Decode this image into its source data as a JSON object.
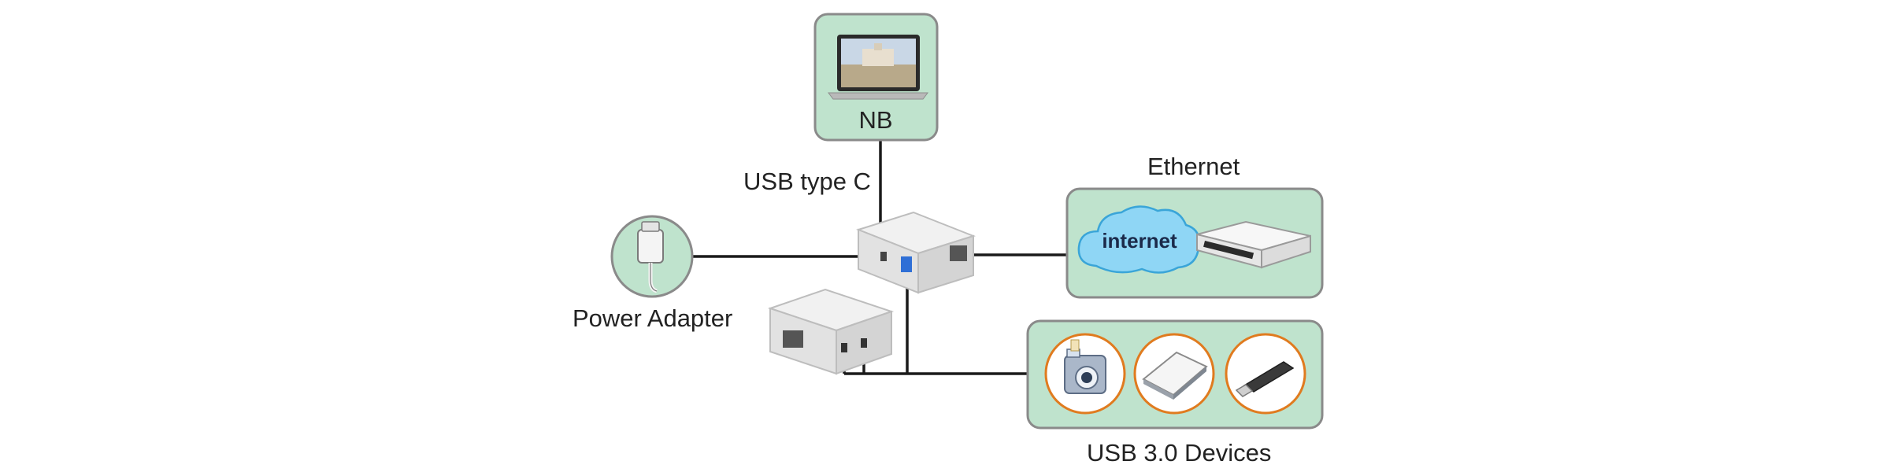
{
  "labels": {
    "notebook": "NB",
    "usb_type_c": "USB type C",
    "power_adapter": "Power Adapter",
    "ethernet": "Ethernet",
    "internet": "internet",
    "usb3_devices": "USB 3.0 Devices"
  },
  "colors": {
    "panel_fill": "#bfe3cd",
    "panel_border": "#8a8a8a",
    "device_circle_border": "#e07b1f",
    "line": "#1a1a1a",
    "cloud": "#8fd6f5",
    "usb_port": "#2f6fd6"
  },
  "icons": [
    "laptop-icon",
    "power-adapter-icon",
    "dock-hub-icon",
    "cloud-icon",
    "router-icon",
    "camera-icon",
    "hard-drive-icon",
    "usb-stick-icon"
  ]
}
